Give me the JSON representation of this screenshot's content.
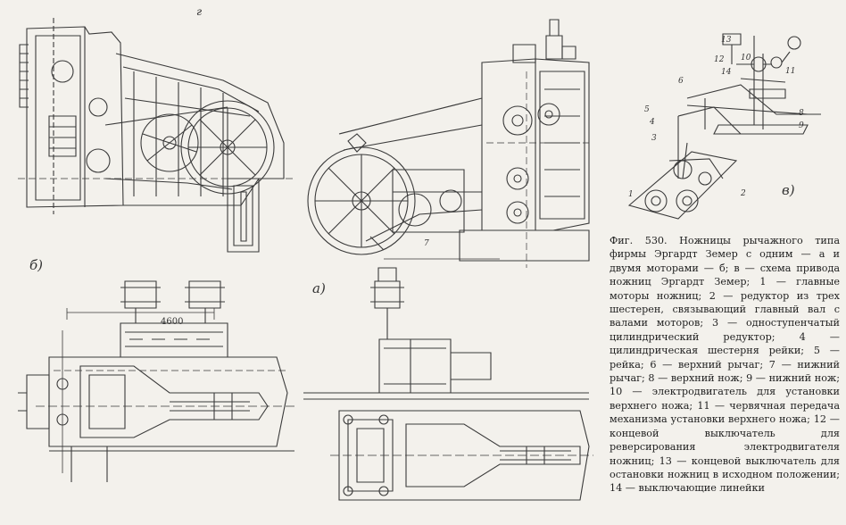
{
  "figure": {
    "caption": "Фиг. 530. Ножницы рычажного типа фирмы Эргардт Земер с одним — а и двумя моторами — б; в — схема привода ножниц Эргардт Земер; 1 — главные моторы ножниц; 2 — редуктор из трех шестерен, связывающий главный вал с валами моторов; 3 — одноступенчатый цилиндрический редуктор; 4 — цилиндрическая шестерня рейки; 5 — рейка; 6 — верхний рычаг; 7 — нижний рычаг; 8 — верхний нож; 9 — нижний нож; 10 — электродвигатель для установки верхнего ножа; 11 — червячная передача механизма установки верхнего ножа; 12 — концевой выключатель для реверсирования электродвигателя ножниц; 13 — концевой выключатель для остановки ножниц в исходном положении; 14 — выключающие линейки"
  },
  "labels": {
    "view_a": "а)",
    "view_b": "б)",
    "view_v": "в)",
    "dimension": "4600",
    "top_mark": "г"
  },
  "part_numbers": {
    "n1": "1",
    "n2": "2",
    "n3": "3",
    "n4": "4",
    "n5": "5",
    "n6": "6",
    "n7": "7",
    "n8": "8",
    "n9": "9",
    "n10": "10",
    "n11": "11",
    "n12": "12",
    "n13": "13",
    "n14": "14"
  }
}
